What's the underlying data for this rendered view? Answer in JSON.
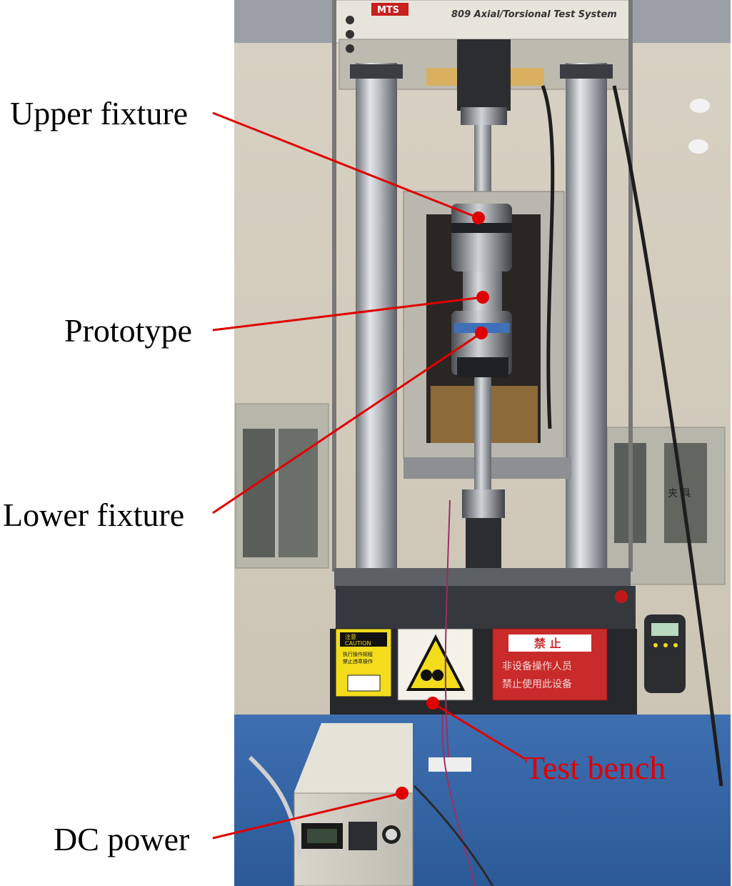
{
  "photo": {
    "machine_header": {
      "brand": "MTS",
      "model": "809 Axial/Torsional Test System"
    },
    "caution_sign": {
      "title_cn": "注意",
      "title_en": "CAUTION",
      "line1": "执行操作规程",
      "line2": "禁止违章操作"
    },
    "prohibition_sign": {
      "title": "禁 止",
      "line1": "非设备操作人员",
      "line2": "禁止使用此设备"
    },
    "cabinet_label": "夹 具"
  },
  "annotations": [
    {
      "label": "Upper fixture",
      "color": "#000000"
    },
    {
      "label": "Prototype",
      "color": "#000000"
    },
    {
      "label": "Lower fixture",
      "color": "#000000"
    },
    {
      "label": "Test bench",
      "color": "#e00000"
    },
    {
      "label": "DC power",
      "color": "#000000"
    }
  ],
  "colors": {
    "marker": "#e00000",
    "leader_line": "#e00000"
  }
}
